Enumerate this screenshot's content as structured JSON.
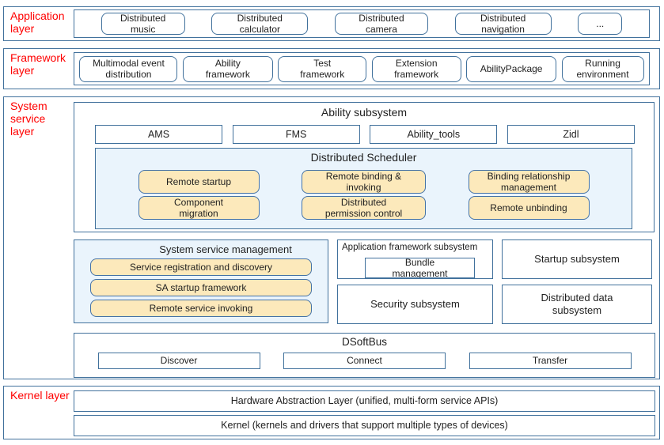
{
  "colors": {
    "border_blue": "#41719C",
    "label_red": "#FF0000",
    "feature_fill_orange": "#FCE9BB",
    "panel_fill_lightblue": "#EAF4FC",
    "text": "#1F1F1F"
  },
  "layers": {
    "application": {
      "label": "Application layer",
      "items": [
        "Distributed music",
        "Distributed calculator",
        "Distributed camera",
        "Distributed navigation",
        "..."
      ]
    },
    "framework": {
      "label": "Framework layer",
      "items": [
        "Multimodal event distribution",
        "Ability framework",
        "Test framework",
        "Extension framework",
        "AbilityPackage",
        "Running environment"
      ]
    },
    "system_service": {
      "label": "System service layer",
      "ability_subsystem": {
        "title": "Ability subsystem",
        "components": [
          "AMS",
          "FMS",
          "Ability_tools",
          "Zidl"
        ],
        "distributed_scheduler": {
          "title": "Distributed Scheduler",
          "features": [
            "Remote startup",
            "Remote binding & invoking",
            "Binding relationship management",
            "Component migration",
            "Distributed permission control",
            "Remote unbinding"
          ]
        }
      },
      "system_service_management": {
        "title": "System service management",
        "features": [
          "Service registration and discovery",
          "SA startup framework",
          "Remote service invoking"
        ]
      },
      "application_framework_subsystem": {
        "title": "Application framework subsystem",
        "bundle_management": "Bundle management"
      },
      "startup_subsystem": "Startup subsystem",
      "security_subsystem": "Security subsystem",
      "distributed_data_subsystem": "Distributed data subsystem",
      "dsoftbus": {
        "title": "DSoftBus",
        "features": [
          "Discover",
          "Connect",
          "Transfer"
        ]
      }
    },
    "kernel": {
      "label": "Kernel layer",
      "items": [
        "Hardware Abstraction Layer (unified, multi-form service APIs)",
        "Kernel (kernels and drivers that support multiple types of devices)"
      ]
    }
  }
}
